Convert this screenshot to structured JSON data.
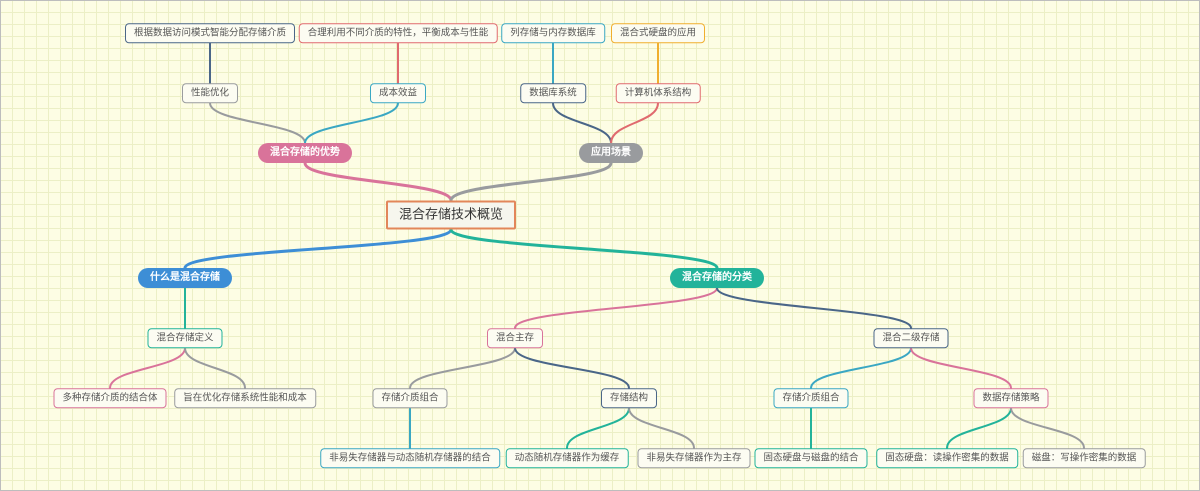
{
  "colors": {
    "pink": "#d9739a",
    "gray": "#999b9e",
    "blue": "#3d8ed6",
    "teal": "#22b39a",
    "navy": "#4a6688",
    "red": "#e06a6f",
    "tealblue": "#3aa7c3",
    "orange": "#f0ae2e",
    "root_border": "#e2865a"
  },
  "root": {
    "label": "混合存储技术概览"
  },
  "advantages": {
    "label": "混合存储的优势",
    "performance": {
      "label": "性能优化",
      "detail": "根据数据访问模式智能分配存储介质"
    },
    "cost": {
      "label": "成本效益",
      "detail": "合理利用不同介质的特性，平衡成本与性能"
    }
  },
  "applications": {
    "label": "应用场景",
    "database": {
      "label": "数据库系统",
      "detail": "列存储与内存数据库"
    },
    "architecture": {
      "label": "计算机体系结构",
      "detail": "混合式硬盘的应用"
    }
  },
  "what_is": {
    "label": "什么是混合存储",
    "definition": {
      "label": "混合存储定义",
      "items": [
        "多种存储介质的结合体",
        "旨在优化存储系统性能和成本"
      ]
    }
  },
  "classification": {
    "label": "混合存储的分类",
    "main_memory": {
      "label": "混合主存",
      "media": {
        "label": "存储介质组合",
        "items": [
          "非易失存储器与动态随机存储器的结合"
        ]
      },
      "structure": {
        "label": "存储结构",
        "items": [
          "动态随机存储器作为缓存",
          "非易失存储器作为主存"
        ]
      }
    },
    "secondary": {
      "label": "混合二级存储",
      "media": {
        "label": "存储介质组合",
        "items": [
          "固态硬盘与磁盘的结合"
        ]
      },
      "strategy": {
        "label": "数据存储策略",
        "items": [
          "固态硬盘：读操作密集的数据",
          "磁盘：写操作密集的数据"
        ]
      }
    }
  }
}
